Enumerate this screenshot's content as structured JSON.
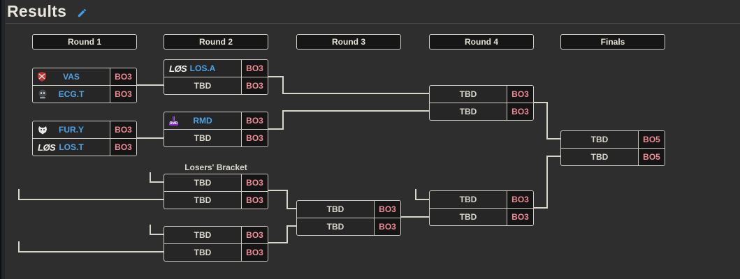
{
  "page": {
    "title": "Results",
    "edit_icon": "pencil-icon"
  },
  "colors": {
    "panel_bg": "#2e2e2e",
    "team_blue": "#4fa3e3",
    "format_rose": "#ee8c96",
    "line_cream": "#d8d5cb",
    "rmd_purple": "#8b2fd6",
    "vas_red": "#c03434"
  },
  "rounds": [
    {
      "label": "Round 1"
    },
    {
      "label": "Round 2"
    },
    {
      "label": "Round 3"
    },
    {
      "label": "Round 4"
    },
    {
      "label": "Finals"
    }
  ],
  "losers_bracket_label": "Losers' Bracket",
  "logos": {
    "vas-crest-logo": {
      "type": "crest",
      "color": "#c03434"
    },
    "ecg-emblem-logo": {
      "type": "emblem",
      "color": "#43484d"
    },
    "fury-panther-logo": {
      "type": "panther",
      "color": "#e9e9e9"
    },
    "los-wordmark-logo": {
      "type": "wordmark",
      "text": "LØS"
    },
    "rmd-badge-logo": {
      "type": "badge",
      "mark": "Ⅱ",
      "text": "RMD"
    }
  },
  "matches": [
    {
      "id": "r1m1",
      "slots": [
        {
          "team": "VAS",
          "format": "BO3",
          "logo": "vas-crest-logo"
        },
        {
          "team": "ECG.T",
          "format": "BO3",
          "logo": "ecg-emblem-logo"
        }
      ]
    },
    {
      "id": "r1m2",
      "slots": [
        {
          "team": "FUR.Y",
          "format": "BO3",
          "logo": "fury-panther-logo"
        },
        {
          "team": "LOS.T",
          "format": "BO3",
          "logo": "los-wordmark-logo"
        }
      ]
    },
    {
      "id": "r2m1",
      "slots": [
        {
          "team": "LOS.A",
          "format": "BO3",
          "logo": "los-wordmark-logo"
        },
        {
          "team": "TBD",
          "format": "BO3"
        }
      ]
    },
    {
      "id": "r2m2",
      "slots": [
        {
          "team": "RMD",
          "format": "BO3",
          "logo": "rmd-badge-logo"
        },
        {
          "team": "TBD",
          "format": "BO3"
        }
      ]
    },
    {
      "id": "r4m1",
      "slots": [
        {
          "team": "TBD",
          "format": "BO3"
        },
        {
          "team": "TBD",
          "format": "BO3"
        }
      ]
    },
    {
      "id": "finals",
      "slots": [
        {
          "team": "TBD",
          "format": "BO5"
        },
        {
          "team": "TBD",
          "format": "BO5"
        }
      ]
    },
    {
      "id": "lbr2m1",
      "slots": [
        {
          "team": "TBD",
          "format": "BO3"
        },
        {
          "team": "TBD",
          "format": "BO3"
        }
      ]
    },
    {
      "id": "lbr2m2",
      "slots": [
        {
          "team": "TBD",
          "format": "BO3"
        },
        {
          "team": "TBD",
          "format": "BO3"
        }
      ]
    },
    {
      "id": "lbr3m1",
      "slots": [
        {
          "team": "TBD",
          "format": "BO3"
        },
        {
          "team": "TBD",
          "format": "BO3"
        }
      ]
    },
    {
      "id": "lbr4m1",
      "slots": [
        {
          "team": "TBD",
          "format": "BO3"
        },
        {
          "team": "TBD",
          "format": "BO3"
        }
      ]
    }
  ]
}
